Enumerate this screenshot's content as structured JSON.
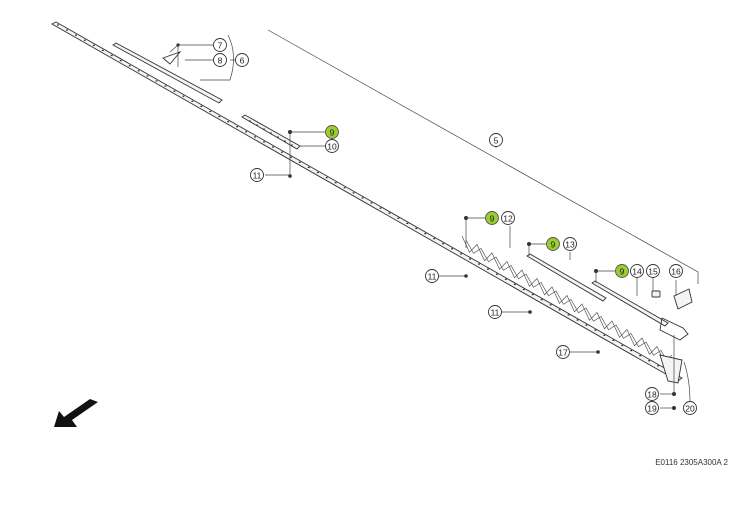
{
  "callouts": [
    {
      "id": "c7",
      "label": "7",
      "highlight": false
    },
    {
      "id": "c8",
      "label": "8",
      "highlight": false
    },
    {
      "id": "c6",
      "label": "6",
      "highlight": false
    },
    {
      "id": "c5",
      "label": "5",
      "highlight": false
    },
    {
      "id": "c9a",
      "label": "9",
      "highlight": true
    },
    {
      "id": "c10",
      "label": "10",
      "highlight": false
    },
    {
      "id": "c11a",
      "label": "11",
      "highlight": false
    },
    {
      "id": "c9b",
      "label": "9",
      "highlight": true
    },
    {
      "id": "c12",
      "label": "12",
      "highlight": false
    },
    {
      "id": "c9c",
      "label": "9",
      "highlight": true
    },
    {
      "id": "c13",
      "label": "13",
      "highlight": false
    },
    {
      "id": "c9d",
      "label": "9",
      "highlight": true
    },
    {
      "id": "c14",
      "label": "14",
      "highlight": false
    },
    {
      "id": "c15",
      "label": "15",
      "highlight": false
    },
    {
      "id": "c16",
      "label": "16",
      "highlight": false
    },
    {
      "id": "c11b",
      "label": "11",
      "highlight": false
    },
    {
      "id": "c11c",
      "label": "11",
      "highlight": false
    },
    {
      "id": "c17",
      "label": "17",
      "highlight": false
    },
    {
      "id": "c18",
      "label": "18",
      "highlight": false
    },
    {
      "id": "c19",
      "label": "19",
      "highlight": false
    },
    {
      "id": "c20",
      "label": "20",
      "highlight": false
    }
  ],
  "reference_code": "E0116 2305A300A 2",
  "colors": {
    "highlight": "#9acd32",
    "line": "#333333"
  },
  "icons": {
    "direction_arrow": "arrow-down-left-icon"
  }
}
